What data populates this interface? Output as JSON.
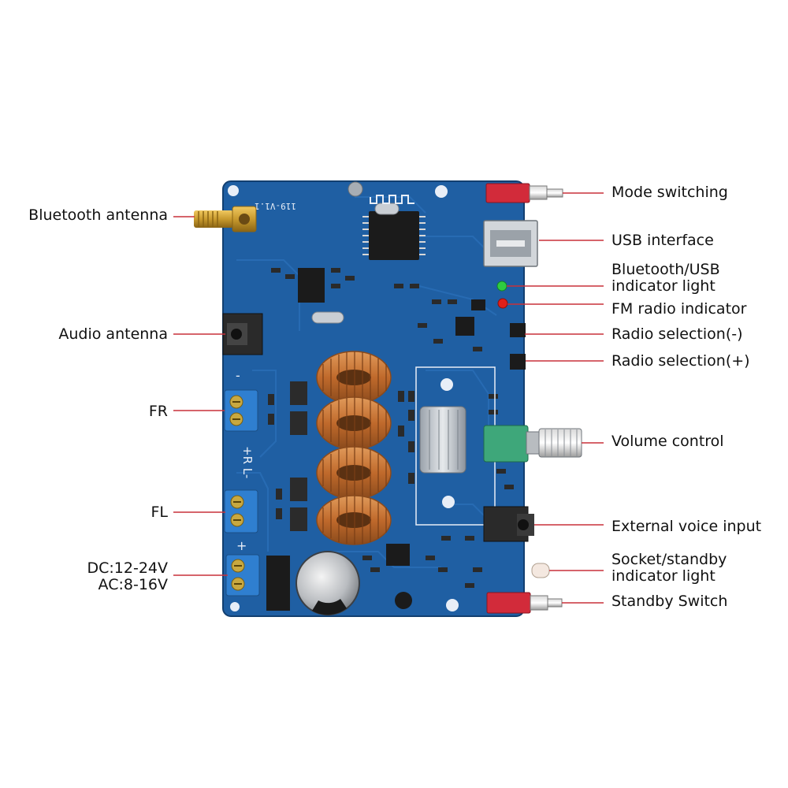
{
  "colors": {
    "pcb": "#1f5fa3",
    "pcb_dark": "#164a83",
    "trace": "#2a6fb8",
    "silk": "#e8eef7",
    "copper": "#c87535",
    "copper_dark": "#8a4a1c",
    "terminal_blue": "#2f7fd0",
    "switch_red": "#d22b3a",
    "leader_line": "#c8303a",
    "text": "#111111",
    "led_green": "#2ecc40",
    "led_red": "#e0201a"
  },
  "board": {
    "version_text": "119-V1.1",
    "silk_marks": {
      "minus": "-",
      "plus": "+",
      "rl": "+R L-"
    }
  },
  "labels": {
    "bluetooth_antenna": "Bluetooth antenna",
    "audio_antenna": "Audio antenna",
    "fr": "FR",
    "fl": "FL",
    "dc": "DC:12-24V",
    "ac": "AC:8-16V",
    "mode_switching": "Mode switching",
    "usb_interface": "USB interface",
    "bt_usb_indicator_1": "Bluetooth/USB",
    "bt_usb_indicator_2": "indicator light",
    "fm_radio_indicator": "FM radio indicator",
    "radio_minus": "Radio selection(-)",
    "radio_plus": "Radio selection(+)",
    "volume_control": "Volume control",
    "external_voice_input": "External voice input",
    "standby_indicator_1": "Socket/standby",
    "standby_indicator_2": "indicator light",
    "standby_switch": "Standby Switch"
  }
}
